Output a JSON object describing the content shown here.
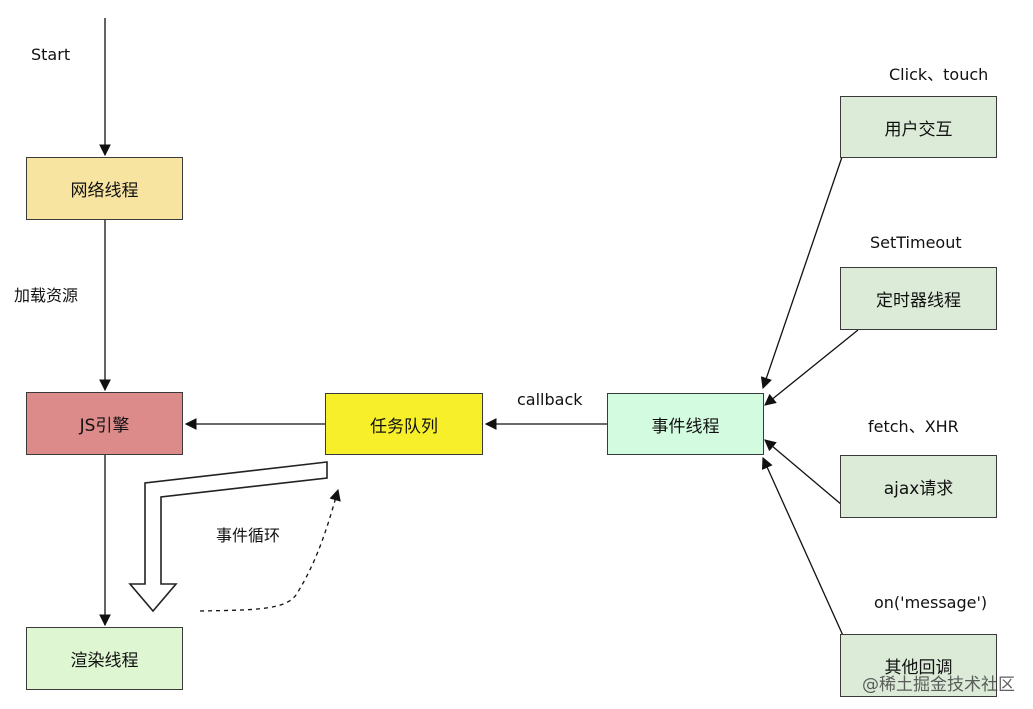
{
  "nodes": {
    "network": {
      "label": "网络线程",
      "color": "#f7e4a0"
    },
    "js_engine": {
      "label": "JS引擎",
      "color": "#dc8a8a"
    },
    "render": {
      "label": "渲染线程",
      "color": "#dff6d2"
    },
    "task_queue": {
      "label": "任务队列",
      "color": "#f7ef2a"
    },
    "event_thread": {
      "label": "事件线程",
      "color": "#d3fbe0"
    },
    "user_interaction": {
      "label": "用户交互",
      "color": "#dbebd7"
    },
    "timer_thread": {
      "label": "定时器线程",
      "color": "#dbebd7"
    },
    "ajax_request": {
      "label": "ajax请求",
      "color": "#dbebd7"
    },
    "other_callback": {
      "label": "其他回调",
      "color": "#dbebd7"
    }
  },
  "labels": {
    "start": "Start",
    "load_resources": "加载资源",
    "callback": "callback",
    "event_loop": "事件循环",
    "click_touch": "Click、touch",
    "set_timeout": "SetTimeout",
    "fetch_xhr": "fetch、XHR",
    "on_message": "on('message')"
  },
  "watermark": "@稀土掘金技术社区"
}
